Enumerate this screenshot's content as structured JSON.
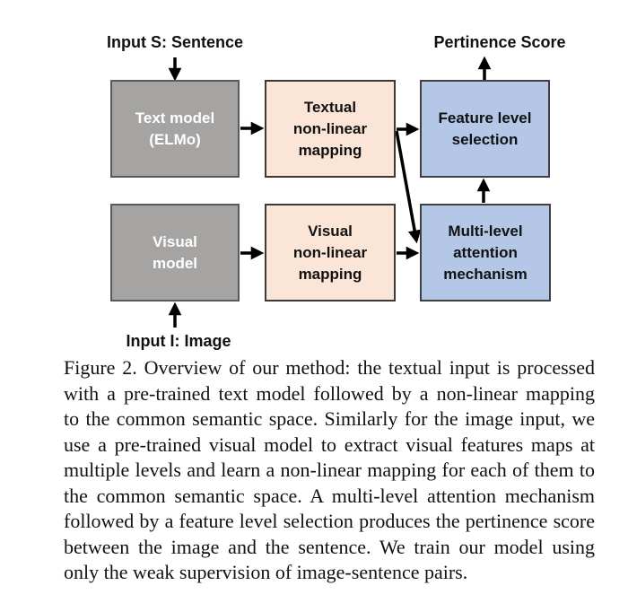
{
  "diagram": {
    "input_sentence_label": "Input S: Sentence",
    "pertinence_label": "Pertinence Score",
    "input_image_label": "Input I: Image",
    "boxes": [
      {
        "name": "text-model",
        "label": "Text model\n(ELMo)"
      },
      {
        "name": "textual-mapping",
        "label": "Textual\nnon-linear\nmapping"
      },
      {
        "name": "feature-selection",
        "label": "Feature level\nselection"
      },
      {
        "name": "visual-model",
        "label": "Visual\nmodel"
      },
      {
        "name": "visual-mapping",
        "label": "Visual\nnon-linear\nmapping"
      },
      {
        "name": "multi-attention",
        "label": "Multi-level\nattention\nmechanism"
      }
    ],
    "colors": {
      "gray-fill": "#a6a4a2",
      "gray-border": "#595959",
      "peach-fill": "#fbe5d6",
      "peach-border": "#3a3a3a",
      "blue-fill": "#b4c7e7",
      "blue-border": "#404040",
      "arrow": "#000000"
    }
  },
  "caption": {
    "lines": [
      "Figure 2. Overview of our method: the textual input is processed",
      "with a pre-trained text model followed by a non-linear mapping",
      "to the common semantic space. Similarly for the image input, we",
      "use a pre-trained visual model to extract visual features maps at",
      "multiple levels and learn a non-linear mapping for each of them to",
      "the common semantic space. A multi-level attention mechanism",
      "followed by a feature level selection produces the pertinence score",
      "between the image and the sentence. We train our model using",
      "only the weak supervision of image-sentence pairs."
    ]
  }
}
